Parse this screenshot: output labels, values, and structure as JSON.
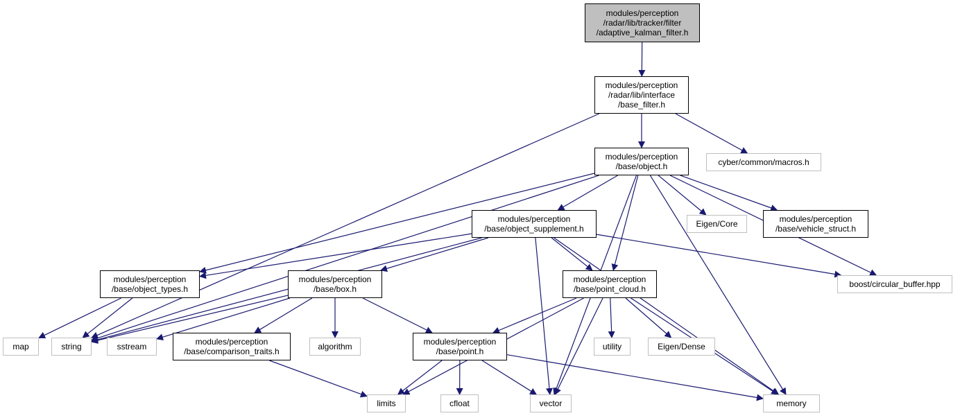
{
  "colors": {
    "edge": "#191970",
    "focus_fill": "#bfbfbf",
    "external_border": "#bfbfbf",
    "node_border": "#000000"
  },
  "nodes": [
    {
      "id": "adaptive_kalman_filter",
      "label": "modules/perception\n/radar/lib/tracker/filter\n/adaptive_kalman_filter.h",
      "kind": "focus"
    },
    {
      "id": "base_filter",
      "label": "modules/perception\n/radar/lib/interface\n/base_filter.h",
      "kind": "internal"
    },
    {
      "id": "object",
      "label": "modules/perception\n/base/object.h",
      "kind": "internal"
    },
    {
      "id": "macros",
      "label": "cyber/common/macros.h",
      "kind": "external"
    },
    {
      "id": "object_supplement",
      "label": "modules/perception\n/base/object_supplement.h",
      "kind": "internal"
    },
    {
      "id": "eigen_core",
      "label": "Eigen/Core",
      "kind": "external"
    },
    {
      "id": "vehicle_struct",
      "label": "modules/perception\n/base/vehicle_struct.h",
      "kind": "internal"
    },
    {
      "id": "object_types",
      "label": "modules/perception\n/base/object_types.h",
      "kind": "internal"
    },
    {
      "id": "box",
      "label": "modules/perception\n/base/box.h",
      "kind": "internal"
    },
    {
      "id": "point_cloud",
      "label": "modules/perception\n/base/point_cloud.h",
      "kind": "internal"
    },
    {
      "id": "circular_buffer",
      "label": "boost/circular_buffer.hpp",
      "kind": "external"
    },
    {
      "id": "map",
      "label": "map",
      "kind": "external"
    },
    {
      "id": "string",
      "label": "string",
      "kind": "external"
    },
    {
      "id": "sstream",
      "label": "sstream",
      "kind": "external"
    },
    {
      "id": "comparison_traits",
      "label": "modules/perception\n/base/comparison_traits.h",
      "kind": "internal"
    },
    {
      "id": "algorithm",
      "label": "algorithm",
      "kind": "external"
    },
    {
      "id": "point",
      "label": "modules/perception\n/base/point.h",
      "kind": "internal"
    },
    {
      "id": "utility",
      "label": "utility",
      "kind": "external"
    },
    {
      "id": "eigen_dense",
      "label": "Eigen/Dense",
      "kind": "external"
    },
    {
      "id": "limits",
      "label": "limits",
      "kind": "external"
    },
    {
      "id": "cfloat",
      "label": "cfloat",
      "kind": "external"
    },
    {
      "id": "vector",
      "label": "vector",
      "kind": "external"
    },
    {
      "id": "memory",
      "label": "memory",
      "kind": "external"
    }
  ],
  "edges": [
    {
      "from": "adaptive_kalman_filter",
      "to": "base_filter"
    },
    {
      "from": "base_filter",
      "to": "object"
    },
    {
      "from": "base_filter",
      "to": "macros"
    },
    {
      "from": "base_filter",
      "to": "string"
    },
    {
      "from": "object",
      "to": "object_supplement"
    },
    {
      "from": "object",
      "to": "eigen_core"
    },
    {
      "from": "object",
      "to": "vehicle_struct"
    },
    {
      "from": "object",
      "to": "object_types"
    },
    {
      "from": "object",
      "to": "point_cloud"
    },
    {
      "from": "object",
      "to": "circular_buffer"
    },
    {
      "from": "object",
      "to": "string"
    },
    {
      "from": "object",
      "to": "vector"
    },
    {
      "from": "object",
      "to": "memory"
    },
    {
      "from": "object_supplement",
      "to": "object_types"
    },
    {
      "from": "object_supplement",
      "to": "box"
    },
    {
      "from": "object_supplement",
      "to": "point_cloud"
    },
    {
      "from": "object_supplement",
      "to": "circular_buffer"
    },
    {
      "from": "object_supplement",
      "to": "string"
    },
    {
      "from": "object_supplement",
      "to": "vector"
    },
    {
      "from": "object_supplement",
      "to": "memory"
    },
    {
      "from": "object_types",
      "to": "map"
    },
    {
      "from": "object_types",
      "to": "string"
    },
    {
      "from": "box",
      "to": "string"
    },
    {
      "from": "box",
      "to": "sstream"
    },
    {
      "from": "box",
      "to": "comparison_traits"
    },
    {
      "from": "box",
      "to": "algorithm"
    },
    {
      "from": "box",
      "to": "point"
    },
    {
      "from": "point_cloud",
      "to": "point"
    },
    {
      "from": "point_cloud",
      "to": "utility"
    },
    {
      "from": "point_cloud",
      "to": "eigen_dense"
    },
    {
      "from": "point_cloud",
      "to": "limits"
    },
    {
      "from": "point_cloud",
      "to": "vector"
    },
    {
      "from": "point_cloud",
      "to": "memory"
    },
    {
      "from": "comparison_traits",
      "to": "limits"
    },
    {
      "from": "point",
      "to": "limits"
    },
    {
      "from": "point",
      "to": "cfloat"
    },
    {
      "from": "point",
      "to": "vector"
    },
    {
      "from": "point",
      "to": "memory"
    }
  ]
}
